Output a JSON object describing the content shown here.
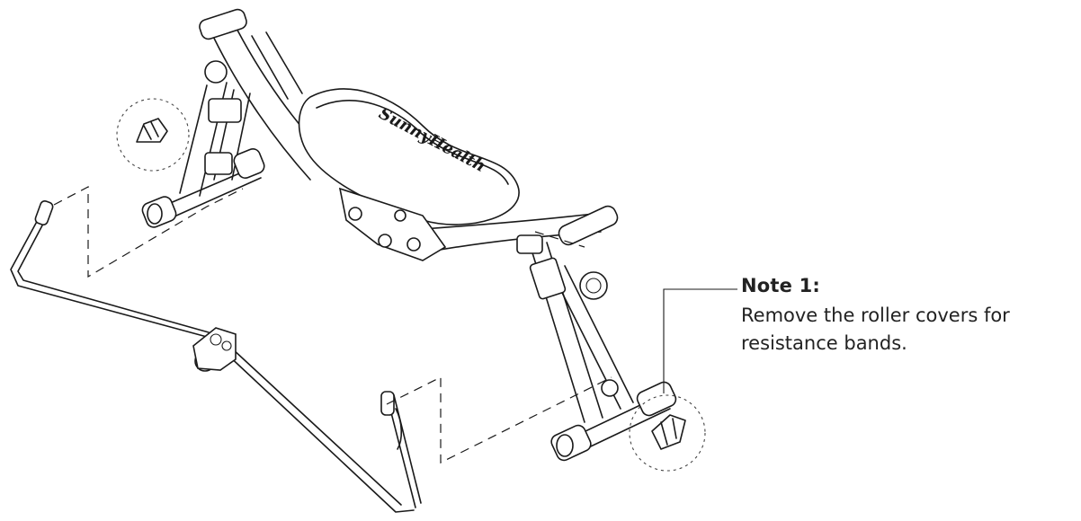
{
  "note": {
    "title": "Note 1:",
    "lines": [
      "Remove the roller covers for",
      "resistance bands."
    ]
  },
  "seal_text": "SunnyHealth"
}
